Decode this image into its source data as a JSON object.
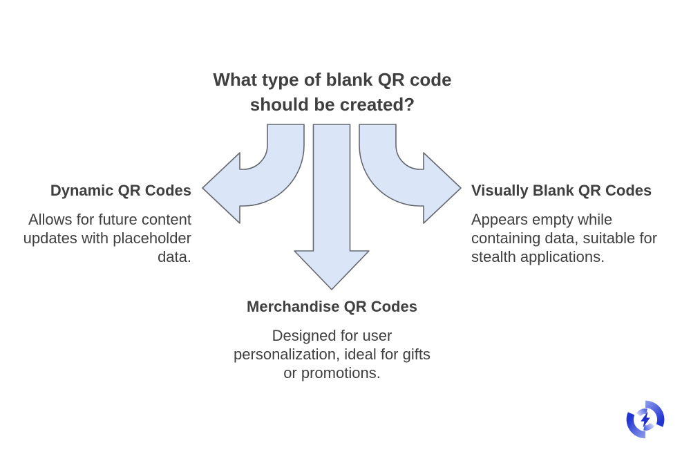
{
  "title": {
    "line1": "What type of blank QR code",
    "line2": "should be created?"
  },
  "branches": [
    {
      "heading": "Dynamic QR Codes",
      "description": "Allows for future content updates with placeholder data."
    },
    {
      "heading": "Merchandise QR Codes",
      "description": "Designed for user personalization, ideal for gifts or promotions."
    },
    {
      "heading": "Visually Blank QR Codes",
      "description": "Appears empty while containing data, suitable for stealth applications."
    }
  ],
  "icons": {
    "arrow_left": "curved-arrow-left",
    "arrow_down": "straight-arrow-down",
    "arrow_right": "curved-arrow-right",
    "logo": "circular-arcs-lightning-bolt-logo"
  },
  "colors": {
    "background": "#ffffff",
    "text": "#3f3f3f",
    "arrow_fill": "#dbe5f8",
    "arrow_stroke": "#63686e",
    "logo_blue_dark": "#2134d3",
    "logo_blue_light": "#a9b7f0",
    "logo_bolt": "#1d2fc8"
  }
}
